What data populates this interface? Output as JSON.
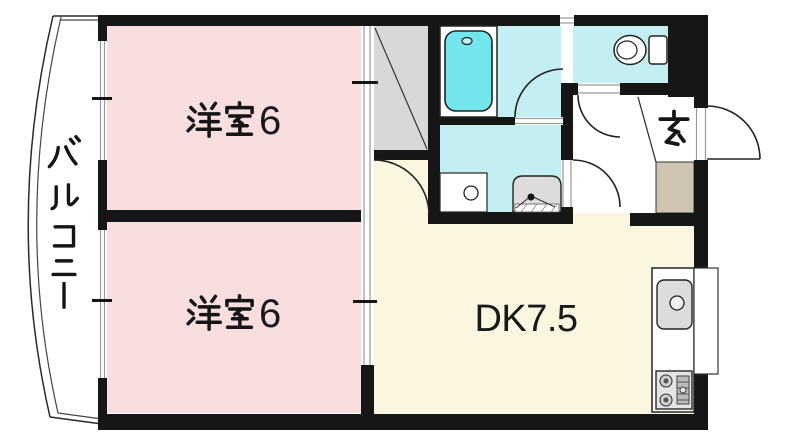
{
  "plan": {
    "type": "2DK apartment floor plan",
    "labels": {
      "bedroom1": {
        "text": "洋室6",
        "kanji": "洋室",
        "number": "6"
      },
      "bedroom2": {
        "text": "洋室6",
        "kanji": "洋室",
        "number": "6"
      },
      "dining_kitchen": {
        "text": "DK7.5"
      },
      "balcony": {
        "text": "バルコニー"
      },
      "entrance": {
        "text": "玄"
      }
    },
    "unlabeled_areas": [
      "bathroom",
      "washroom",
      "toilet-room",
      "closet",
      "hall",
      "genkan"
    ],
    "fixtures": [
      "bathtub",
      "toilet",
      "washbasin",
      "washing-machine-space",
      "kitchen-sink",
      "gas-stove",
      "bay-counter-window"
    ],
    "colors": {
      "bedroom_fill": "#F8DEDE",
      "dk_fill": "#FAF6E0",
      "wet_area_fill": "#C3EFF3",
      "bathtub_fill": "#72E6EC",
      "closet_fill": "#D8D8D8",
      "genkan_floor_fill": "#CFC5B2",
      "wall": "#161616",
      "background": "#FFFFFF"
    }
  }
}
